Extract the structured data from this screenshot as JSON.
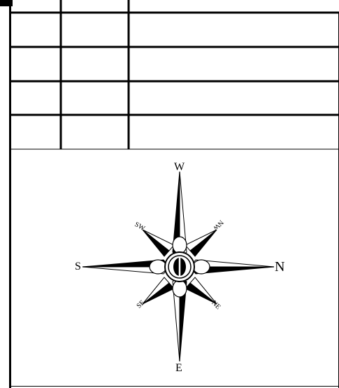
{
  "compass": {
    "labels": {
      "north": "N",
      "south": "S",
      "east": "E",
      "west": "W",
      "northwest": "NW",
      "northeast": "NE",
      "southwest": "SW",
      "southeast": "SE"
    },
    "colors": {
      "ink": "#000000",
      "paper": "#ffffff"
    }
  },
  "table": {
    "rows": 5,
    "columns": 3,
    "cells_empty": true
  }
}
